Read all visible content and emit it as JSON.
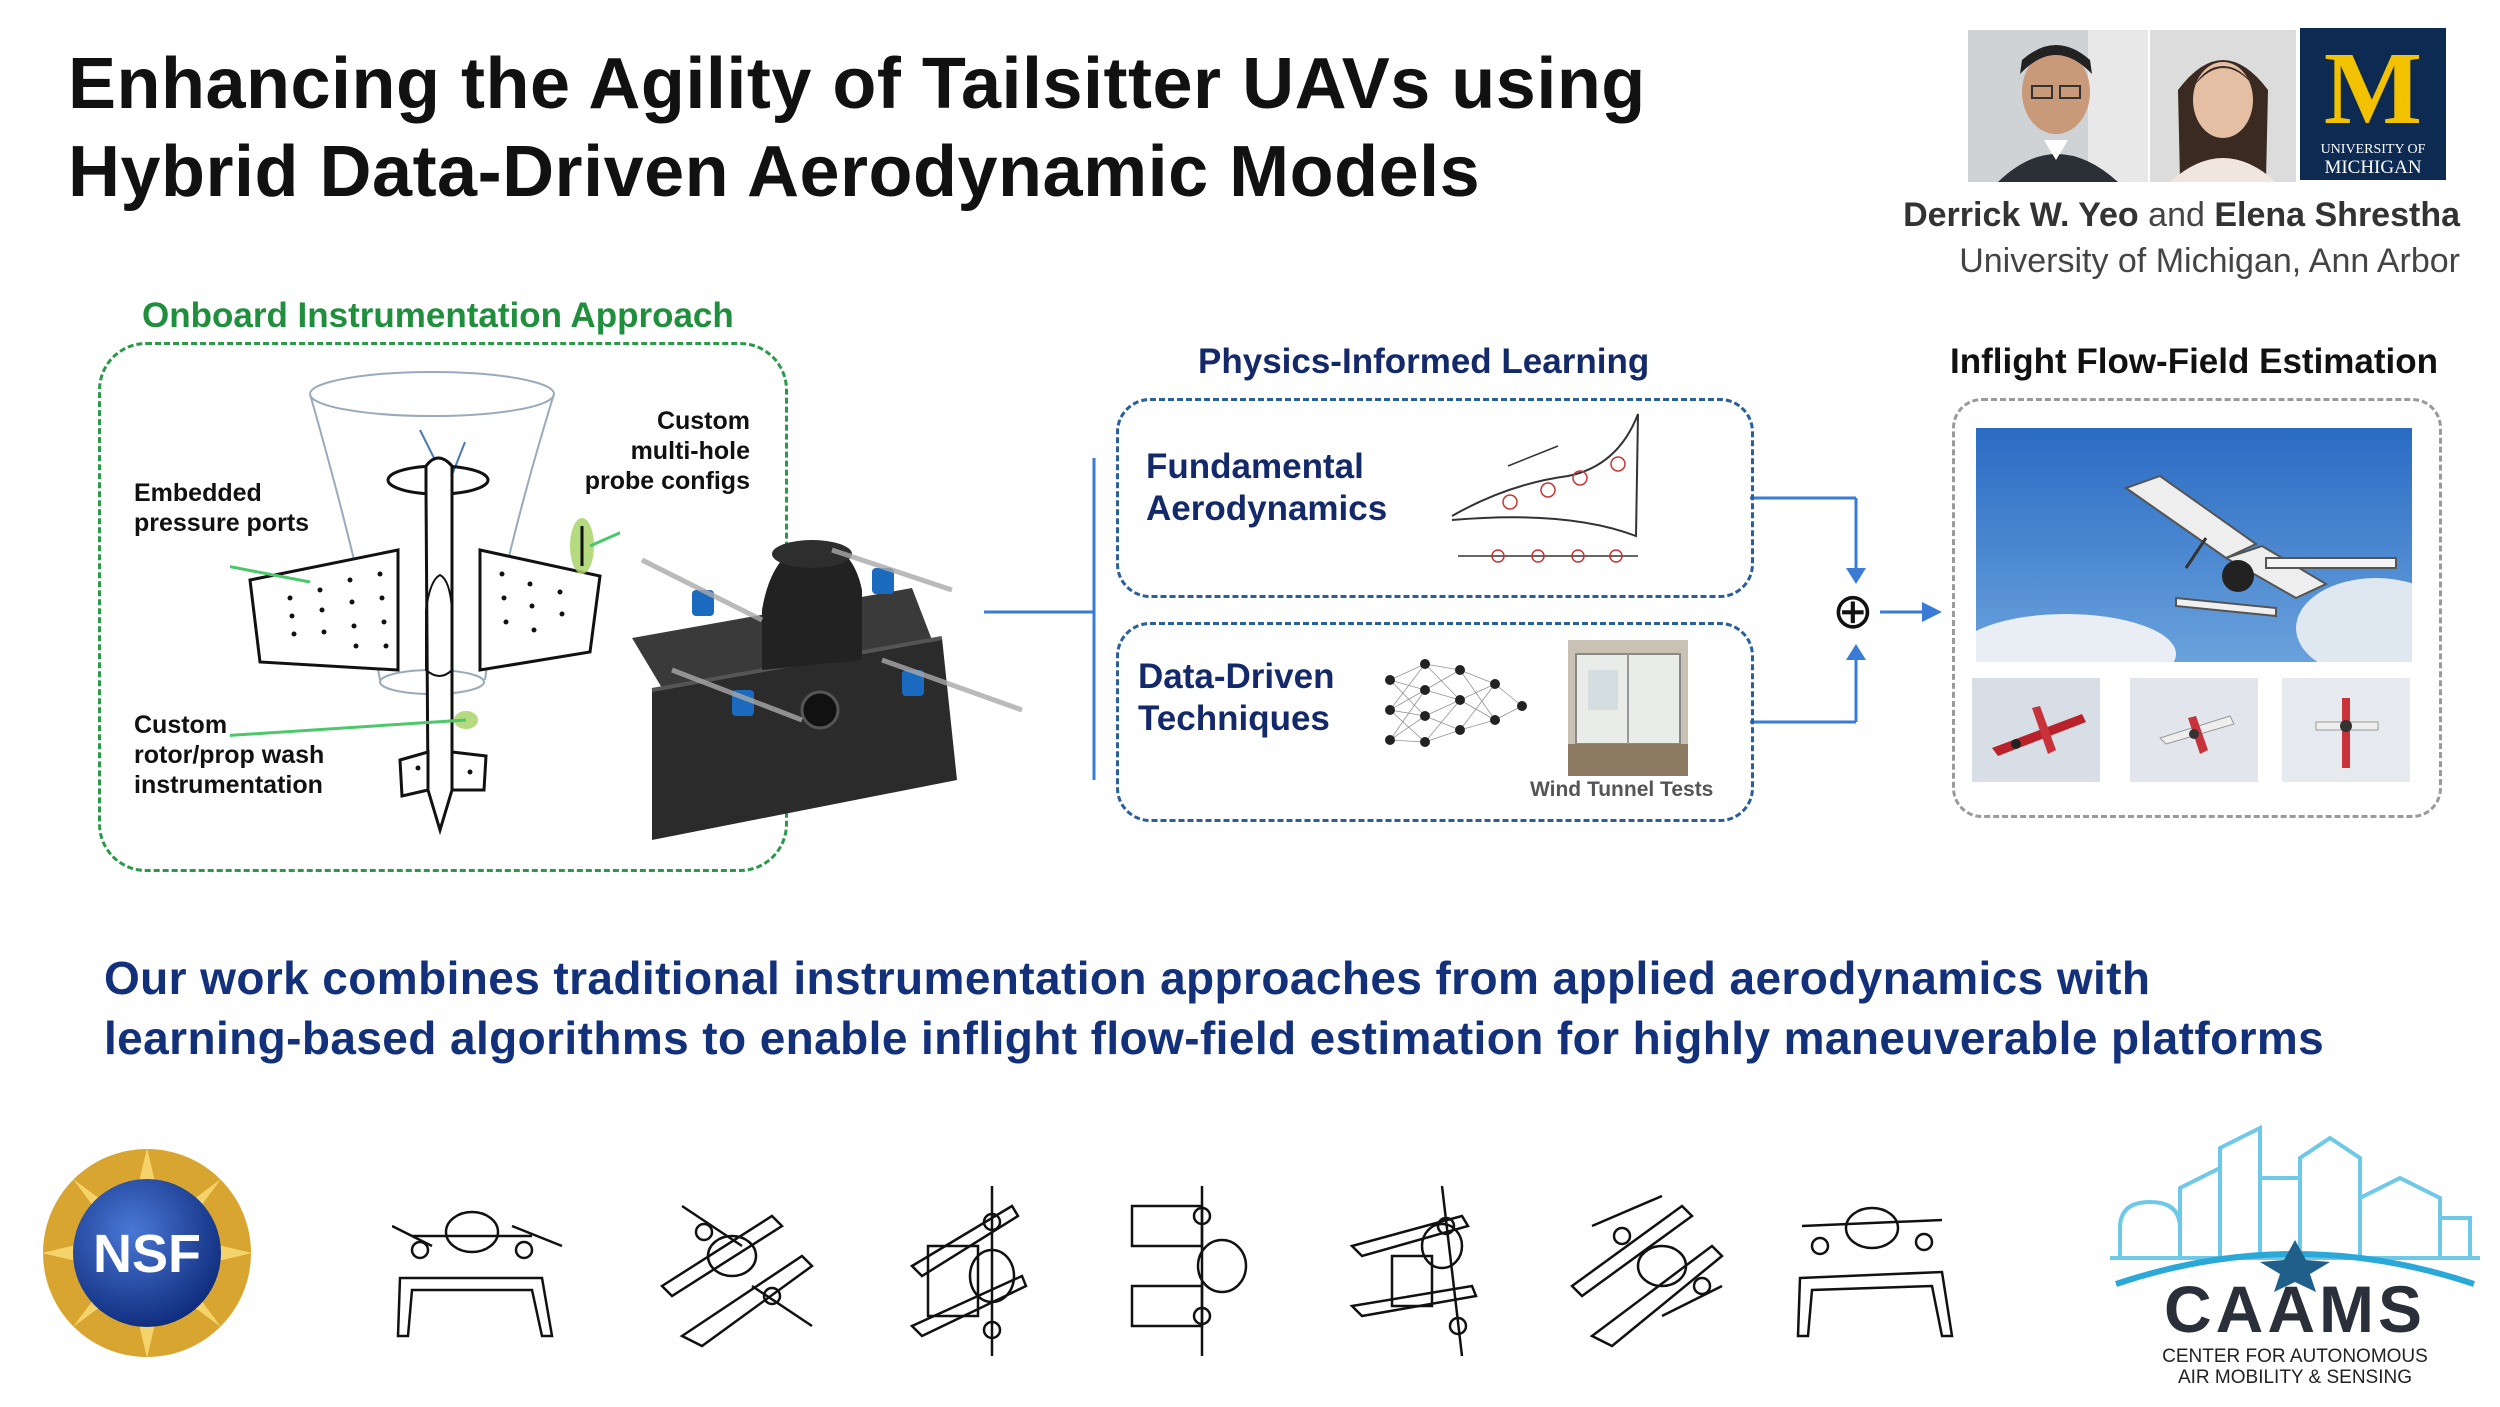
{
  "title": {
    "line1": "Enhancing the Agility of Tailsitter UAVs using",
    "line2": "Hybrid Data-Driven Aerodynamic Models"
  },
  "authors": {
    "name1": "Derrick W. Yeo",
    "conj": "and",
    "name2": "Elena Shrestha",
    "affiliation": "University of Michigan, Ann Arbor"
  },
  "um_logo": {
    "letter": "M",
    "line1": "UNIVERSITY OF",
    "line2": "MICHIGAN"
  },
  "onboard": {
    "heading": "Onboard Instrumentation Approach",
    "label_ports_1": "Embedded",
    "label_ports_2": "pressure ports",
    "label_probe_1": "Custom",
    "label_probe_2": "multi-hole",
    "label_probe_3": "probe configs",
    "label_rotor_1": "Custom",
    "label_rotor_2": "rotor/prop wash",
    "label_rotor_3": "instrumentation"
  },
  "learning": {
    "heading": "Physics-Informed Learning",
    "fundamental_1": "Fundamental",
    "fundamental_2": "Aerodynamics",
    "datadriven_1": "Data-Driven",
    "datadriven_2": "Techniques",
    "wind_tunnel": "Wind Tunnel Tests",
    "combine_symbol": "⊕"
  },
  "flowfield": {
    "heading": "Inflight Flow-Field Estimation"
  },
  "summary": {
    "line1": "Our work combines traditional instrumentation approaches from applied aerodynamics with",
    "line2": "learning-based algorithms to enable inflight flow-field estimation for highly maneuverable platforms"
  },
  "nsf_logo": {
    "text": "NSF"
  },
  "caams_logo": {
    "name": "CAAMS",
    "line1": "CENTER FOR AUTONOMOUS",
    "line2": "AIR MOBILITY & SENSING"
  },
  "colors": {
    "green": "#2a9a4a",
    "navy": "#13296a",
    "accent_blue": "#3a7bd5",
    "caams_teal": "#2aa8d8"
  }
}
